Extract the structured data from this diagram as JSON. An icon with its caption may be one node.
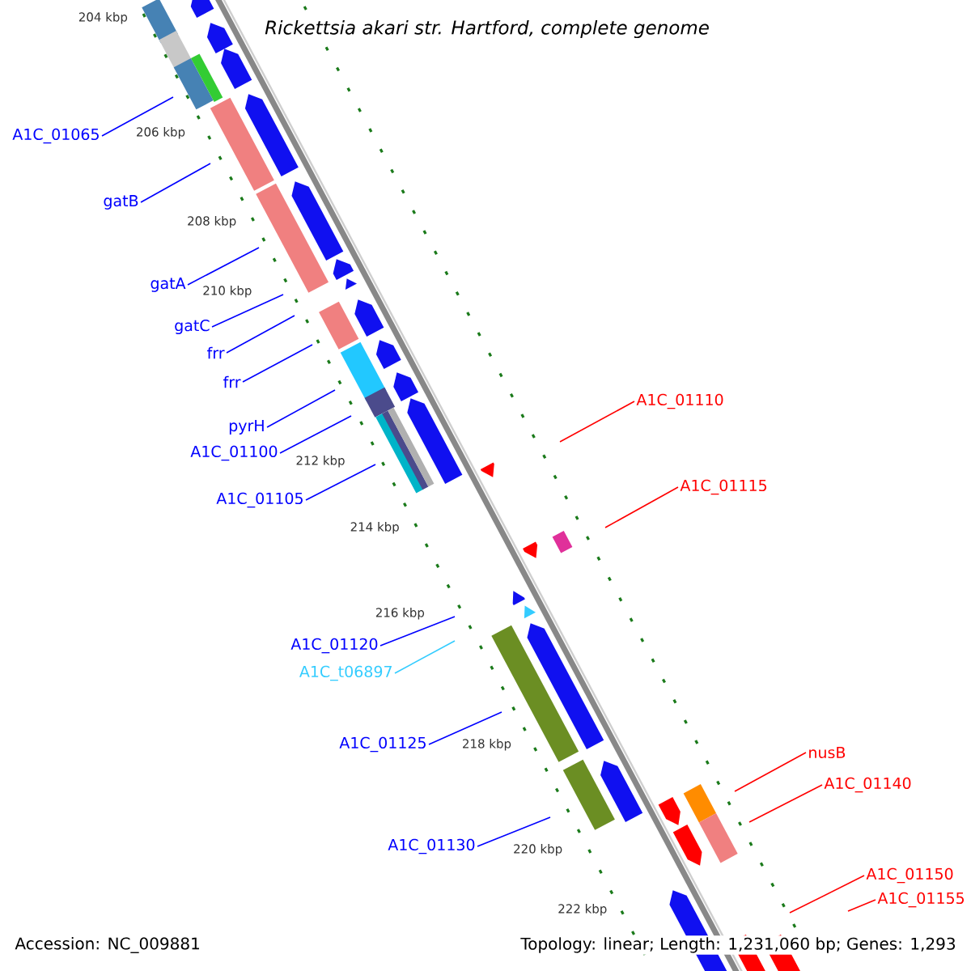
{
  "diagram": {
    "title": "Rickettsia akari str. Hartford, complete genome",
    "nodes": [
      {
        "text": [
          "A1C_01065"
        ]
      },
      {
        "text": [
          "gatB"
        ]
      },
      {
        "text": [
          "gatA"
        ]
      },
      {
        "text": [
          "gatC"
        ]
      },
      {
        "text": [
          "frr"
        ]
      },
      {
        "text": [
          "frr"
        ]
      },
      {
        "text": [
          "pyrH"
        ]
      },
      {
        "text": [
          "A1C_01100"
        ]
      },
      {
        "text": [
          "A1C_01105"
        ]
      },
      {
        "text": [
          "A1C_01120"
        ]
      },
      {
        "text": [
          "A1C_t06897"
        ]
      },
      {
        "text": [
          "A1C_01125"
        ]
      },
      {
        "text": [
          "A1C_01130"
        ]
      },
      {
        "text": [
          "A1C_01110"
        ]
      },
      {
        "text": [
          "A1C_01115"
        ]
      },
      {
        "text": [
          "nusB"
        ]
      },
      {
        "text": [
          "A1C_01140"
        ]
      },
      {
        "text": [
          "A1C_01150"
        ]
      },
      {
        "text": [
          "A1C_01155"
        ]
      }
    ],
    "edges": [
      {
        "from": 0,
        "to": null,
        "arrow": "none"
      },
      {
        "from": 1,
        "to": null,
        "arrow": "none"
      },
      {
        "from": 2,
        "to": null,
        "arrow": "none"
      },
      {
        "from": 3,
        "to": null,
        "arrow": "none"
      },
      {
        "from": 4,
        "to": null,
        "arrow": "none"
      },
      {
        "from": 5,
        "to": null,
        "arrow": "none"
      },
      {
        "from": 6,
        "to": null,
        "arrow": "none"
      },
      {
        "from": 7,
        "to": null,
        "arrow": "none"
      },
      {
        "from": 8,
        "to": null,
        "arrow": "none"
      },
      {
        "from": 9,
        "to": null,
        "arrow": "none"
      },
      {
        "from": 10,
        "to": null,
        "arrow": "none",
        "color": "#33ccff"
      },
      {
        "from": 11,
        "to": null,
        "arrow": "none"
      },
      {
        "from": 12,
        "to": null,
        "arrow": "none"
      },
      {
        "from": 13,
        "to": null,
        "arrow": "none",
        "color": "#ff0000"
      },
      {
        "from": 14,
        "to": null,
        "arrow": "none",
        "color": "#ff0000"
      },
      {
        "from": 15,
        "to": null,
        "arrow": "none",
        "color": "#ff0000"
      },
      {
        "from": 16,
        "to": null,
        "arrow": "none",
        "color": "#ff0000"
      },
      {
        "from": 17,
        "to": null,
        "arrow": "none",
        "color": "#ff0000"
      },
      {
        "from": 18,
        "to": null,
        "arrow": "none",
        "color": "#ff0000"
      }
    ],
    "labels": [
      "204 kbp",
      "206 kbp",
      "208 kbp",
      "210 kbp",
      "212 kbp",
      "214 kbp",
      "216 kbp",
      "218 kbp",
      "220 kbp",
      "222 kbp",
      "Accession: NC_009881",
      "Topology: linear; Length: 1,231,060 bp; Genes: 1,293"
    ]
  }
}
